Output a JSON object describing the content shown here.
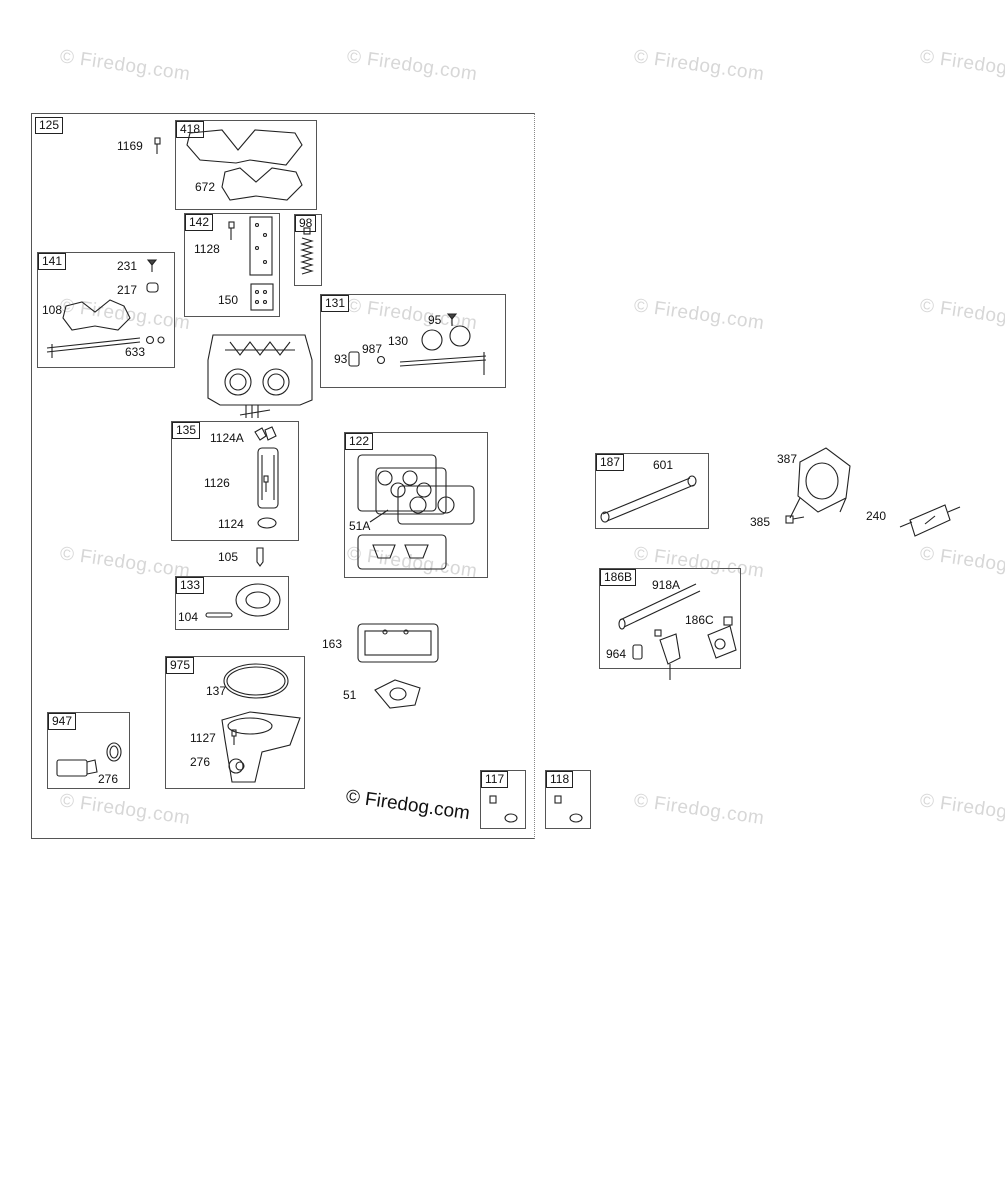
{
  "watermark_text": "© Firedog.com",
  "watermark_positions": 15,
  "copyright_text": "© Firedog.com",
  "boxes": {
    "b125": "125",
    "b418": "418",
    "b142": "142",
    "b98": "98",
    "b141": "141",
    "b131": "131",
    "b135": "135",
    "b122": "122",
    "b133": "133",
    "b975": "975",
    "b947": "947",
    "b117": "117",
    "b118": "118",
    "b187": "187",
    "b186B": "186B"
  },
  "labels": {
    "l1169": "1169",
    "l672": "672",
    "l1128": "1128",
    "l150": "150",
    "l231": "231",
    "l217": "217",
    "l108": "108",
    "l633": "633",
    "l95": "95",
    "l987": "987",
    "l130": "130",
    "l93": "93",
    "l1124A": "1124A",
    "l1126": "1126",
    "l1124": "1124",
    "l51A": "51A",
    "l105": "105",
    "l104": "104",
    "l163": "163",
    "l51": "51",
    "l137": "137",
    "l1127": "1127",
    "l276a": "276",
    "l276b": "276",
    "l601": "601",
    "l387": "387",
    "l385": "385",
    "l240": "240",
    "l918A": "918A",
    "l186C": "186C",
    "l964": "964"
  }
}
